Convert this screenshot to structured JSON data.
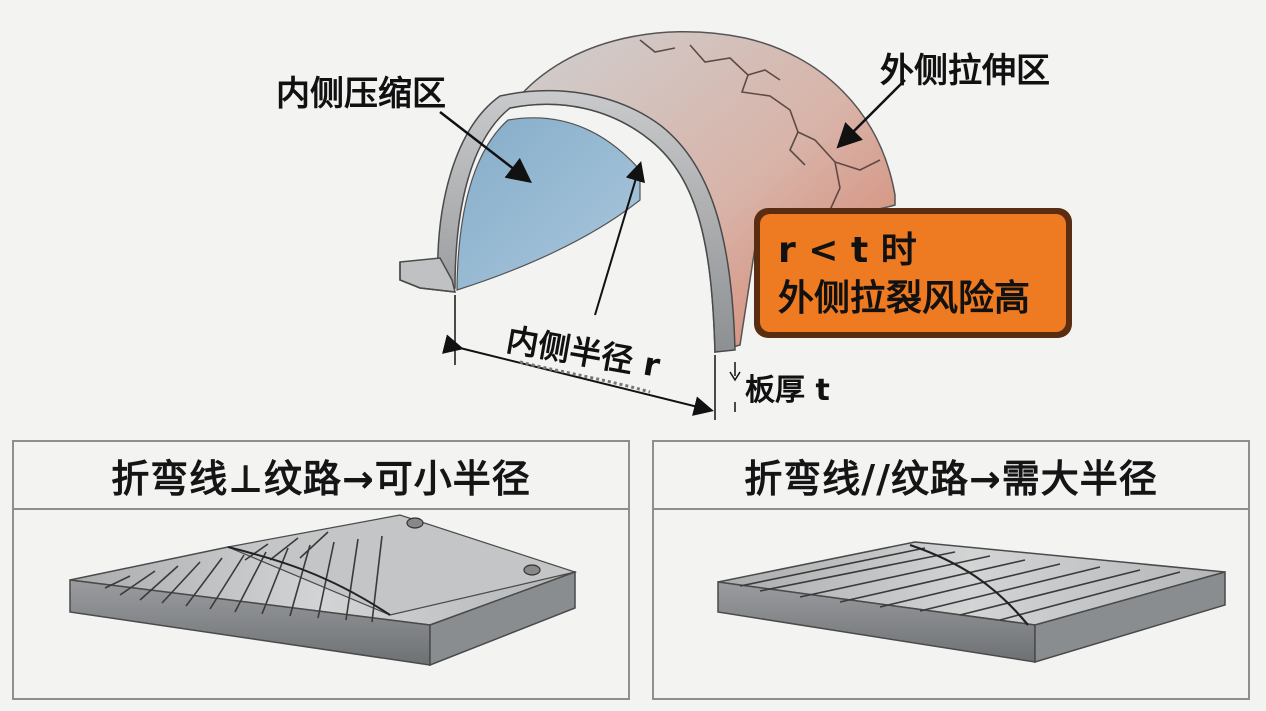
{
  "top_diagram": {
    "label_inner_compression": "内侧压缩区",
    "label_outer_tension": "外侧拉伸区",
    "label_inner_radius": "内侧半径 r",
    "label_thickness": "板厚 t",
    "warning_line1": "r < t 时",
    "warning_line2": "外侧拉裂风险高"
  },
  "panels": [
    {
      "title": "折弯线⊥纹路→可小半径"
    },
    {
      "title": "折弯线//纹路→需大半径"
    }
  ],
  "colors": {
    "background": "#f3f3f2",
    "compression_zone": "#8fb6d3",
    "tension_zone": "#d98a72",
    "warning_fill": "#ee7a22",
    "warning_border": "#5a2c10",
    "metal": "#b9bbbd"
  }
}
